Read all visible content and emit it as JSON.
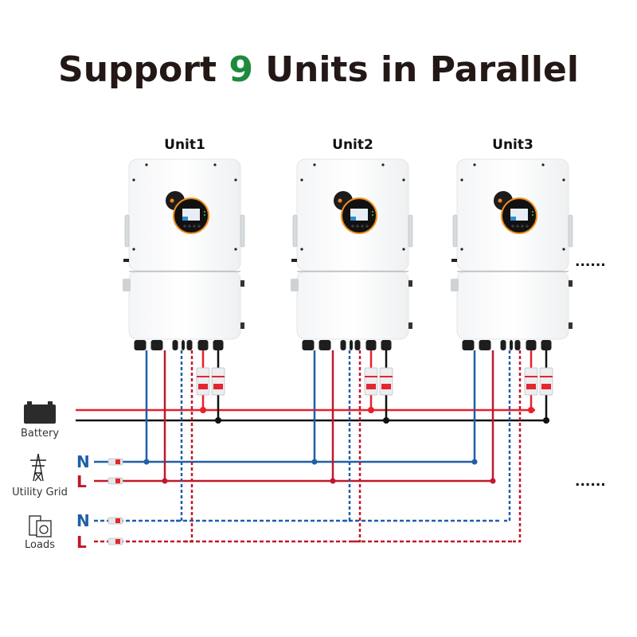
{
  "title": {
    "prefix": "Support ",
    "highlight": "9",
    "suffix": " Units in Parallel",
    "highlight_color": "#1e8a3c"
  },
  "units": [
    {
      "label": "Unit1"
    },
    {
      "label": "Unit2"
    },
    {
      "label": "Unit3"
    }
  ],
  "continuation_marker": "......",
  "sources": {
    "battery": {
      "label": "Battery",
      "icon": "battery-icon"
    },
    "grid": {
      "label": "Utility Grid",
      "icon": "power-tower-icon",
      "neutral": "N",
      "line": "L"
    },
    "loads": {
      "label": "Loads",
      "icon": "appliances-icon",
      "neutral": "N",
      "line": "L"
    }
  },
  "colors": {
    "neutral": "#1f5fa8",
    "line": "#c0192a",
    "battery_positive": "#e8202a",
    "battery_negative": "#111111",
    "breaker": "#e3262f"
  }
}
